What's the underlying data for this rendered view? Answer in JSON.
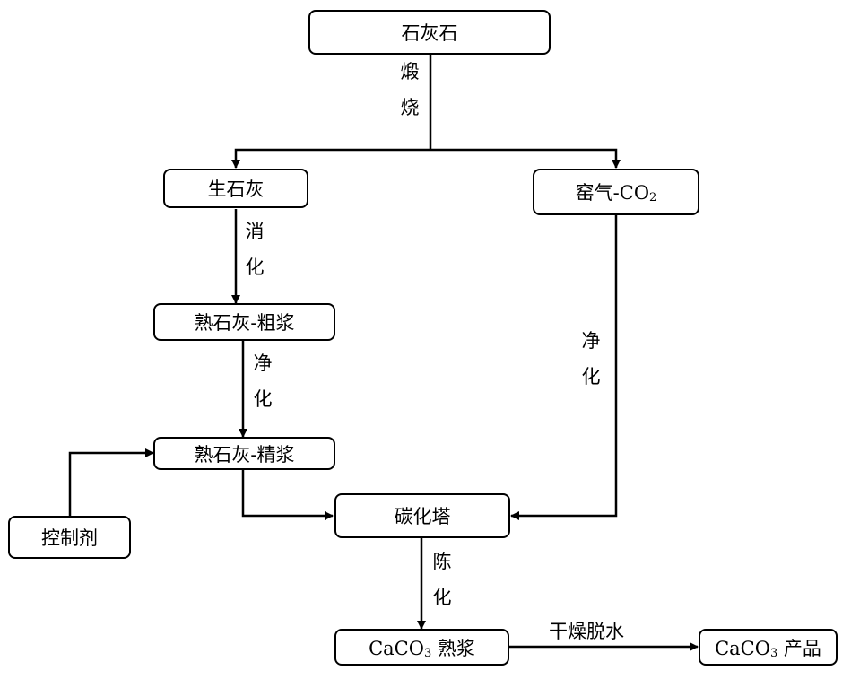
{
  "nodes": {
    "limestone": "石灰石",
    "quicklime": "生石灰",
    "kiln_gas_prefix": "窑气-CO",
    "kiln_gas_sub": "2",
    "slaked_lime_crude": "熟石灰-粗浆",
    "slaked_lime_refined": "熟石灰-精浆",
    "control_agent": "控制剂",
    "carbonation_tower": "碳化塔",
    "caco3_slurry_prefix": "CaCO",
    "caco3_slurry_sub": "3",
    "caco3_slurry_suffix": "熟浆",
    "caco3_product_prefix": "CaCO",
    "caco3_product_sub": "3",
    "caco3_product_suffix": "产品"
  },
  "edge_labels": {
    "calcination": [
      "煅",
      "烧"
    ],
    "slaking": [
      "消",
      "化"
    ],
    "purification_lime": [
      "净",
      "化"
    ],
    "purification_gas": [
      "净",
      "化"
    ],
    "aging": [
      "陈",
      "化"
    ],
    "drying": "干燥脱水"
  }
}
